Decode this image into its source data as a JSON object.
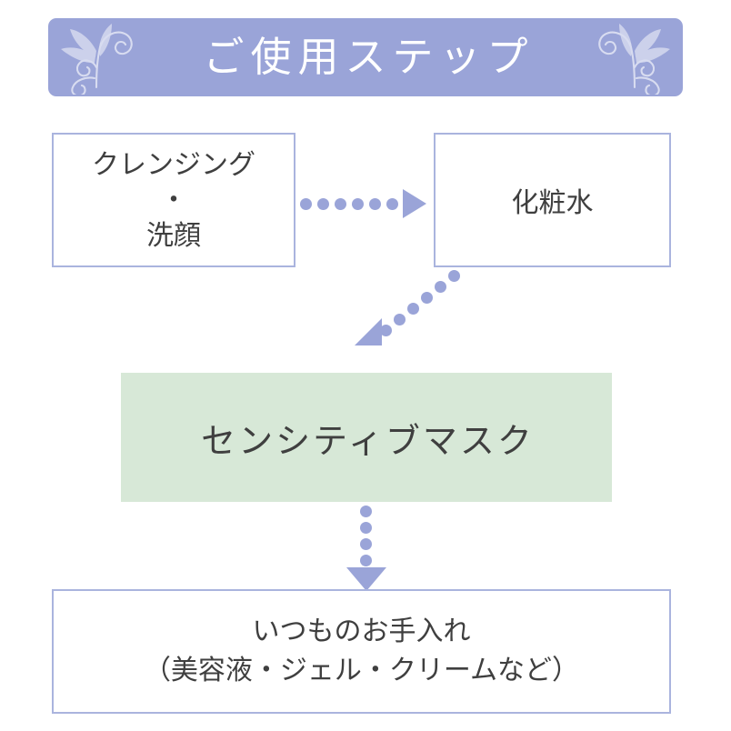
{
  "banner": {
    "title": "ご使用ステップ",
    "background_color": "#9aa4d8",
    "title_color": "#ffffff",
    "ornament_left": "floral-flourish-icon",
    "ornament_right": "floral-flourish-icon"
  },
  "colors": {
    "accent": "#9aa4d8",
    "box_border": "#aab4de",
    "mask_fill": "#d7e8d7",
    "text": "#3f3f3f",
    "background": "#ffffff"
  },
  "steps": [
    {
      "id": "cleansing",
      "lines": [
        "クレンジング",
        "・",
        "洗顔"
      ],
      "style": "outline"
    },
    {
      "id": "lotion",
      "lines": [
        "化粧水"
      ],
      "style": "outline"
    },
    {
      "id": "mask",
      "lines": [
        "センシティブマスク"
      ],
      "style": "filled-green"
    },
    {
      "id": "routine",
      "lines": [
        "いつものお手入れ",
        "（美容液・ジェル・クリームなど）"
      ],
      "style": "outline"
    }
  ],
  "connectors": [
    {
      "id": "cleansing-to-lotion",
      "direction": "right",
      "dot_count": 8,
      "style": "dotted-arrow"
    },
    {
      "id": "lotion-to-mask",
      "direction": "down-left",
      "dot_count": 8,
      "style": "dotted-arrow"
    },
    {
      "id": "mask-to-routine",
      "direction": "down",
      "dot_count": 5,
      "style": "dotted-arrow"
    }
  ]
}
